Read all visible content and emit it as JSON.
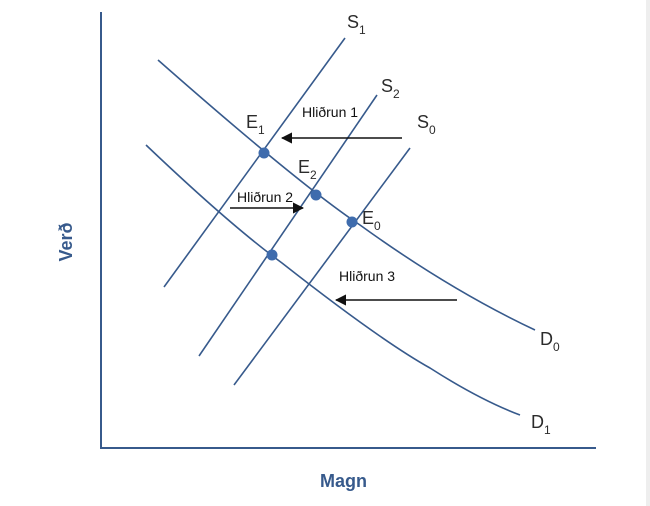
{
  "axes": {
    "x_label": "Magn",
    "y_label": "Verð"
  },
  "supply_curves": [
    {
      "label": "S",
      "sub": "1"
    },
    {
      "label": "S",
      "sub": "2"
    },
    {
      "label": "S",
      "sub": "0"
    }
  ],
  "demand_curves": [
    {
      "label": "D",
      "sub": "0"
    },
    {
      "label": "D",
      "sub": "1"
    }
  ],
  "equilibria": [
    {
      "label": "E",
      "sub": "1"
    },
    {
      "label": "E",
      "sub": "2"
    },
    {
      "label": "E",
      "sub": "0"
    }
  ],
  "shifts": [
    {
      "label": "Hliðrun 1"
    },
    {
      "label": "Hliðrun 2"
    },
    {
      "label": "Hliðrun 3"
    }
  ],
  "colors": {
    "axis": "#375a8c",
    "curve": "#375a8c",
    "point": "#3f6cad",
    "arrow": "#111111"
  }
}
